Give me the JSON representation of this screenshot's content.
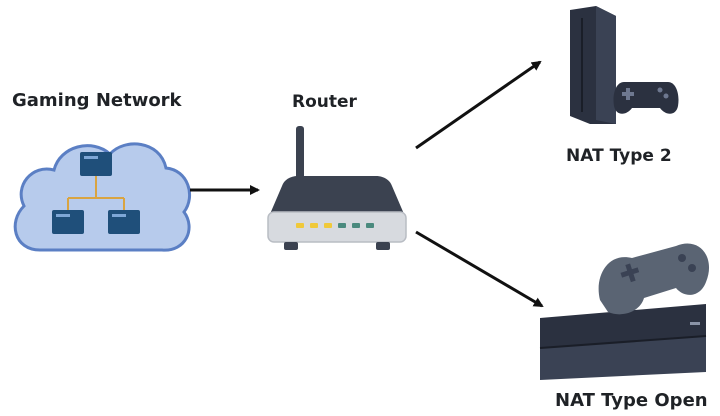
{
  "labels": {
    "network": "Gaming Network",
    "router": "Router",
    "console_top": "NAT Type 2",
    "console_bottom": "NAT Type Open"
  },
  "colors": {
    "cloud_fill": "#b7cbec",
    "cloud_stroke": "#5b7fc4",
    "monitor": "#1f4f7a",
    "tree_line": "#d9a441",
    "router_body": "#3b4250",
    "router_base": "#d7dadf",
    "router_leds_on": "#f0c93a",
    "router_leds_off": "#4a8a7e",
    "console_dark": "#2b3140",
    "controller": "#5a6473",
    "arrow": "#111111"
  },
  "icons": [
    "cloud-network-icon",
    "router-icon",
    "console-tower-icon",
    "console-flat-icon",
    "gamepad-icon"
  ]
}
